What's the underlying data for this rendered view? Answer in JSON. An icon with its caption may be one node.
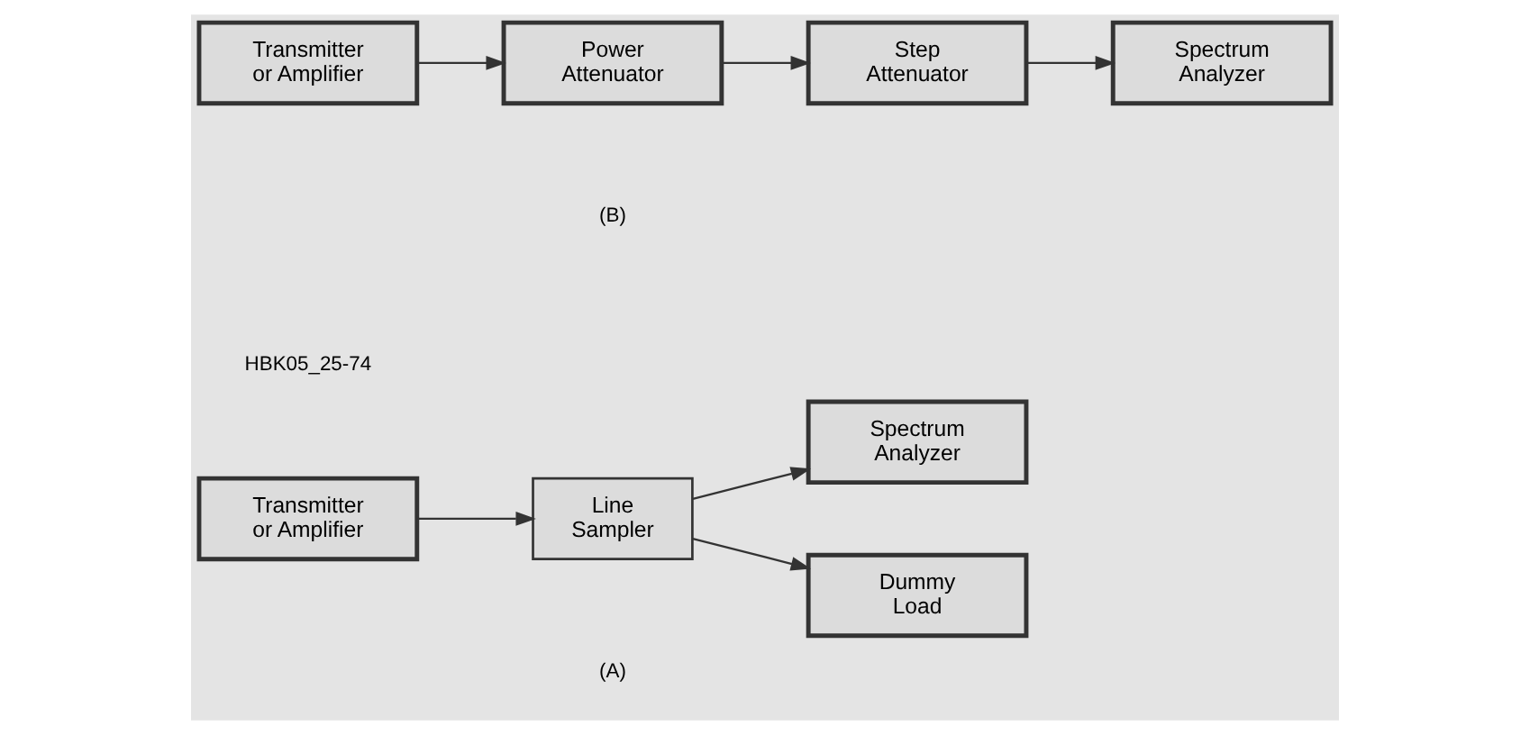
{
  "diagram": {
    "nodes": [
      {
        "text": [
          "Transmitter or Amplifier"
        ]
      },
      {
        "text": [
          "Line Sampler"
        ]
      },
      {
        "text": [
          "Spectrum Analyzer"
        ]
      },
      {
        "text": [
          "Dummy Load"
        ]
      },
      {
        "text": [
          "Transmitter or Amplifier"
        ]
      },
      {
        "text": [
          "Power Attenuator"
        ]
      },
      {
        "text": [
          "Step Attenuator"
        ]
      },
      {
        "text": [
          "Spectrum Analyzer"
        ]
      }
    ],
    "edges": [
      {
        "from": 0,
        "to": 1,
        "arrow": "to"
      },
      {
        "from": 1,
        "to": 2,
        "arrow": "to"
      },
      {
        "from": 1,
        "to": 3,
        "arrow": "to"
      },
      {
        "from": 4,
        "to": 5,
        "arrow": "to"
      },
      {
        "from": 5,
        "to": 6,
        "arrow": "to"
      },
      {
        "from": 6,
        "to": 7,
        "arrow": "to"
      }
    ],
    "labels": [
      "HBK05_25-74",
      "(A)",
      "(B)"
    ]
  }
}
